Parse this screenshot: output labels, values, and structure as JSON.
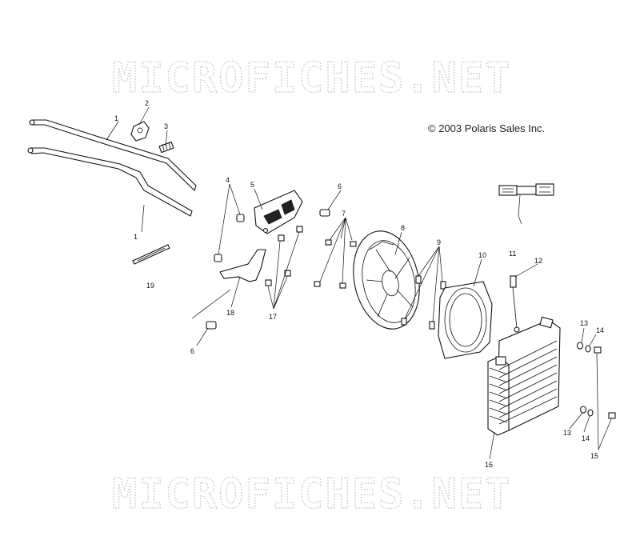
{
  "watermark": "MICROFICHES.NET",
  "copyright": "© 2003 Polaris Sales Inc.",
  "callouts": [
    {
      "id": "c1a",
      "text": "1"
    },
    {
      "id": "c1b",
      "text": "1"
    },
    {
      "id": "c2",
      "text": "2"
    },
    {
      "id": "c3",
      "text": "3"
    },
    {
      "id": "c4",
      "text": "4"
    },
    {
      "id": "c5",
      "text": "5"
    },
    {
      "id": "c6a",
      "text": "6"
    },
    {
      "id": "c6b",
      "text": "6"
    },
    {
      "id": "c7",
      "text": "7"
    },
    {
      "id": "c8",
      "text": "8"
    },
    {
      "id": "c9",
      "text": "9"
    },
    {
      "id": "c10",
      "text": "10"
    },
    {
      "id": "c11",
      "text": "11"
    },
    {
      "id": "c12",
      "text": "12"
    },
    {
      "id": "c13a",
      "text": "13"
    },
    {
      "id": "c13b",
      "text": "13"
    },
    {
      "id": "c14a",
      "text": "14"
    },
    {
      "id": "c14b",
      "text": "14"
    },
    {
      "id": "c15",
      "text": "15"
    },
    {
      "id": "c16",
      "text": "16"
    },
    {
      "id": "c17",
      "text": "17"
    },
    {
      "id": "c18",
      "text": "18"
    },
    {
      "id": "c19",
      "text": "19"
    }
  ]
}
